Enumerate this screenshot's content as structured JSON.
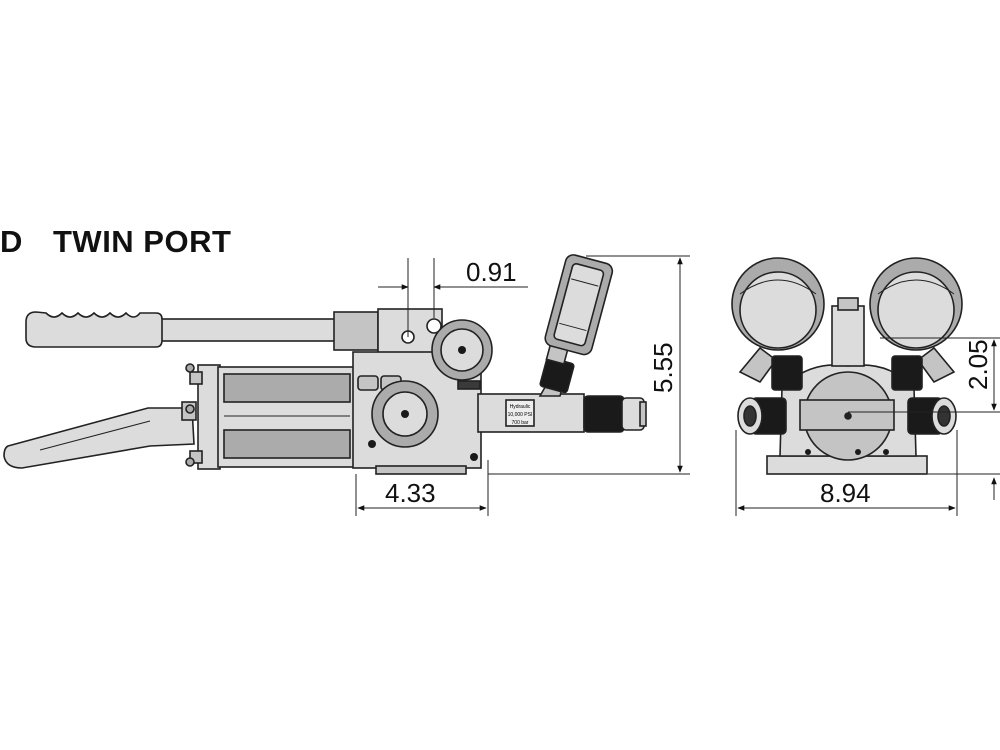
{
  "heading": {
    "letter": "D",
    "title": "TWIN PORT"
  },
  "dimensions": {
    "top_offset": "0.91",
    "height": "5.55",
    "base_depth": "4.33",
    "port_height": "2.05",
    "width": "8.94"
  },
  "label_plate": {
    "line1": "Hydraulic",
    "line2": "10,000 PSI",
    "line3": "700 bar"
  }
}
